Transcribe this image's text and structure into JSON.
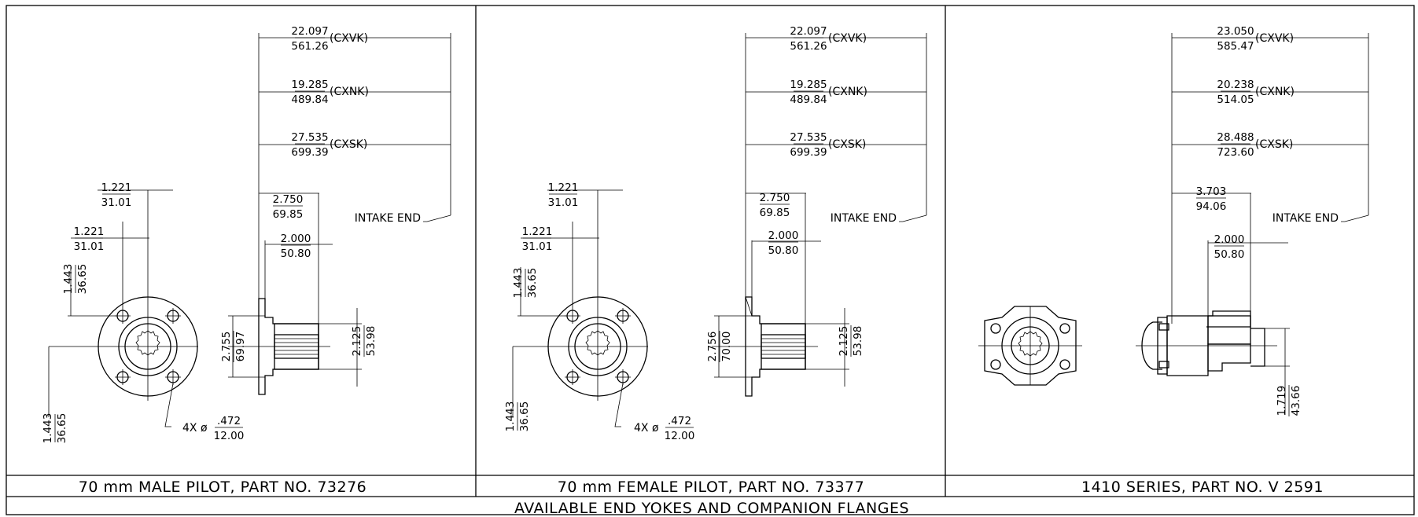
{
  "panels": [
    {
      "caption": "70 mm MALE PILOT, PART NO. 73276",
      "dims": {
        "cxvk": {
          "top": "22.097",
          "bottom": "561.26",
          "label": "(CXVK)"
        },
        "cxnk": {
          "top": "19.285",
          "bottom": "489.84",
          "label": "(CXNK)"
        },
        "cxsk": {
          "top": "27.535",
          "bottom": "699.39",
          "label": "(CXSK)"
        },
        "intake": "INTAKE END",
        "d1": {
          "top": "2.750",
          "bottom": "69.85"
        },
        "d2": {
          "top": "2.000",
          "bottom": "50.80"
        },
        "dia_left": {
          "top": "2.755",
          "bottom": "69.97"
        },
        "dia_right": {
          "top": "2.125",
          "bottom": "53.98"
        },
        "front_top": {
          "top": "1.221",
          "bottom": "31.01"
        },
        "front_mid": {
          "top": "1.221",
          "bottom": "31.01"
        },
        "front_v1": {
          "top": "1.443",
          "bottom": "36.65"
        },
        "front_v2": {
          "top": "1.443",
          "bottom": "36.65"
        },
        "holes_prefix": "4X ø",
        "holes": {
          "top": ".472",
          "bottom": "12.00"
        }
      }
    },
    {
      "caption": "70 mm FEMALE PILOT, PART NO. 73377",
      "dims": {
        "cxvk": {
          "top": "22.097",
          "bottom": "561.26",
          "label": "(CXVK)"
        },
        "cxnk": {
          "top": "19.285",
          "bottom": "489.84",
          "label": "(CXNK)"
        },
        "cxsk": {
          "top": "27.535",
          "bottom": "699.39",
          "label": "(CXSK)"
        },
        "intake": "INTAKE END",
        "d1": {
          "top": "2.750",
          "bottom": "69.85"
        },
        "d2": {
          "top": "2.000",
          "bottom": "50.80"
        },
        "dia_left": {
          "top": "2.756",
          "bottom": "70.00"
        },
        "dia_right": {
          "top": "2.125",
          "bottom": "53.98"
        },
        "front_top": {
          "top": "1.221",
          "bottom": "31.01"
        },
        "front_mid": {
          "top": "1.221",
          "bottom": "31.01"
        },
        "front_v1": {
          "top": "1.443",
          "bottom": "36.65"
        },
        "front_v2": {
          "top": "1.443",
          "bottom": "36.65"
        },
        "holes_prefix": "4X ø",
        "holes": {
          "top": ".472",
          "bottom": "12.00"
        }
      }
    },
    {
      "caption": "1410 SERIES, PART NO. V 2591",
      "dims": {
        "cxvk": {
          "top": "23.050",
          "bottom": "585.47",
          "label": "(CXVK)"
        },
        "cxnk": {
          "top": "20.238",
          "bottom": "514.05",
          "label": "(CXNK)"
        },
        "cxsk": {
          "top": "28.488",
          "bottom": "723.60",
          "label": "(CXSK)"
        },
        "intake": "INTAKE END",
        "d1": {
          "top": "3.703",
          "bottom": "94.06"
        },
        "d2": {
          "top": "2.000",
          "bottom": "50.80"
        },
        "dia_right": {
          "top": "1.719",
          "bottom": "43.66"
        }
      }
    }
  ],
  "footer_title": "AVAILABLE END YOKES AND COMPANION FLANGES"
}
